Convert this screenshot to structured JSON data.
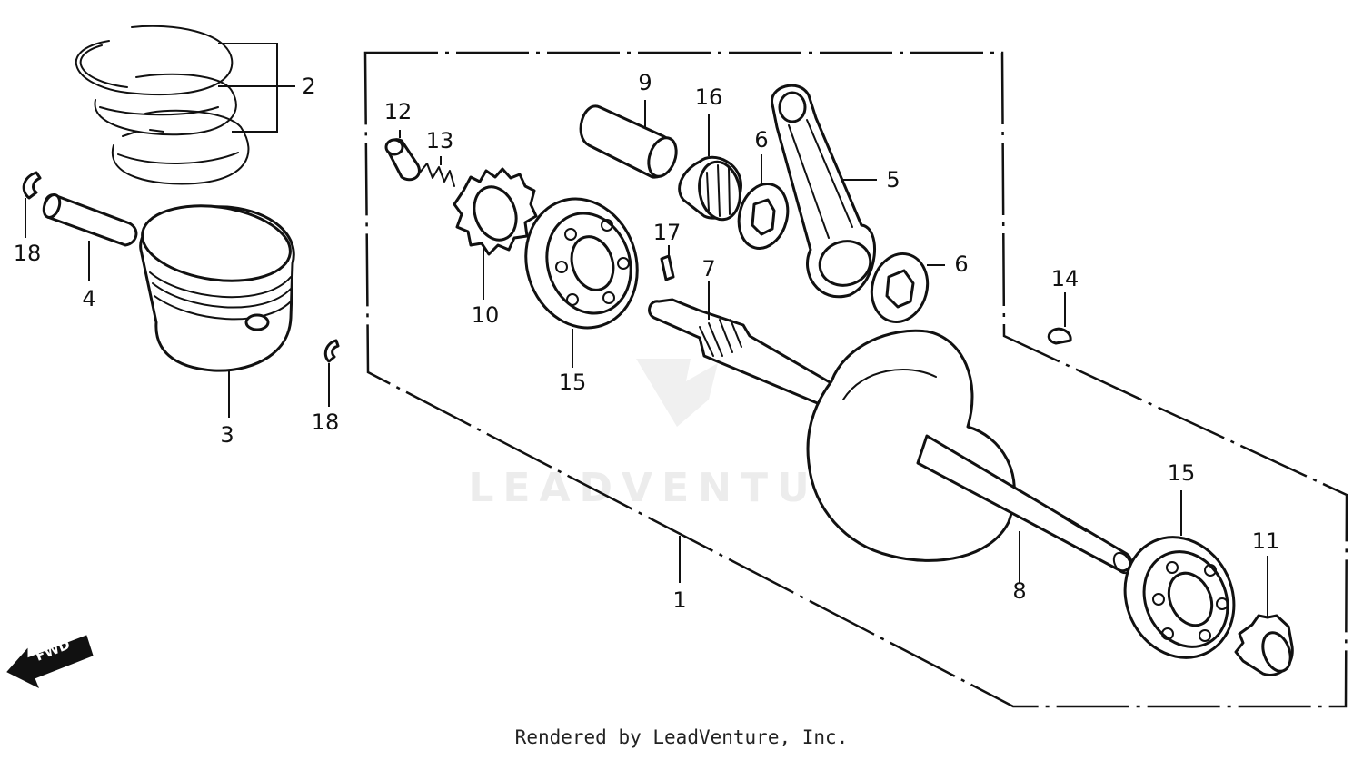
{
  "watermark": "LEADVENTURE",
  "direction_label": "FWD",
  "footer": "Rendered by LeadVenture, Inc.",
  "colors": {
    "line": "#111111",
    "watermark": "#ececec",
    "background": "#ffffff"
  },
  "callouts": {
    "c1": "1",
    "c2": "2",
    "c3": "3",
    "c4": "4",
    "c5": "5",
    "c6a": "6",
    "c6b": "6",
    "c7": "7",
    "c8": "8",
    "c9": "9",
    "c10": "10",
    "c11": "11",
    "c12": "12",
    "c13": "13",
    "c14": "14",
    "c15a": "15",
    "c15b": "15",
    "c16": "16",
    "c17": "17",
    "c18a": "18",
    "c18b": "18"
  }
}
